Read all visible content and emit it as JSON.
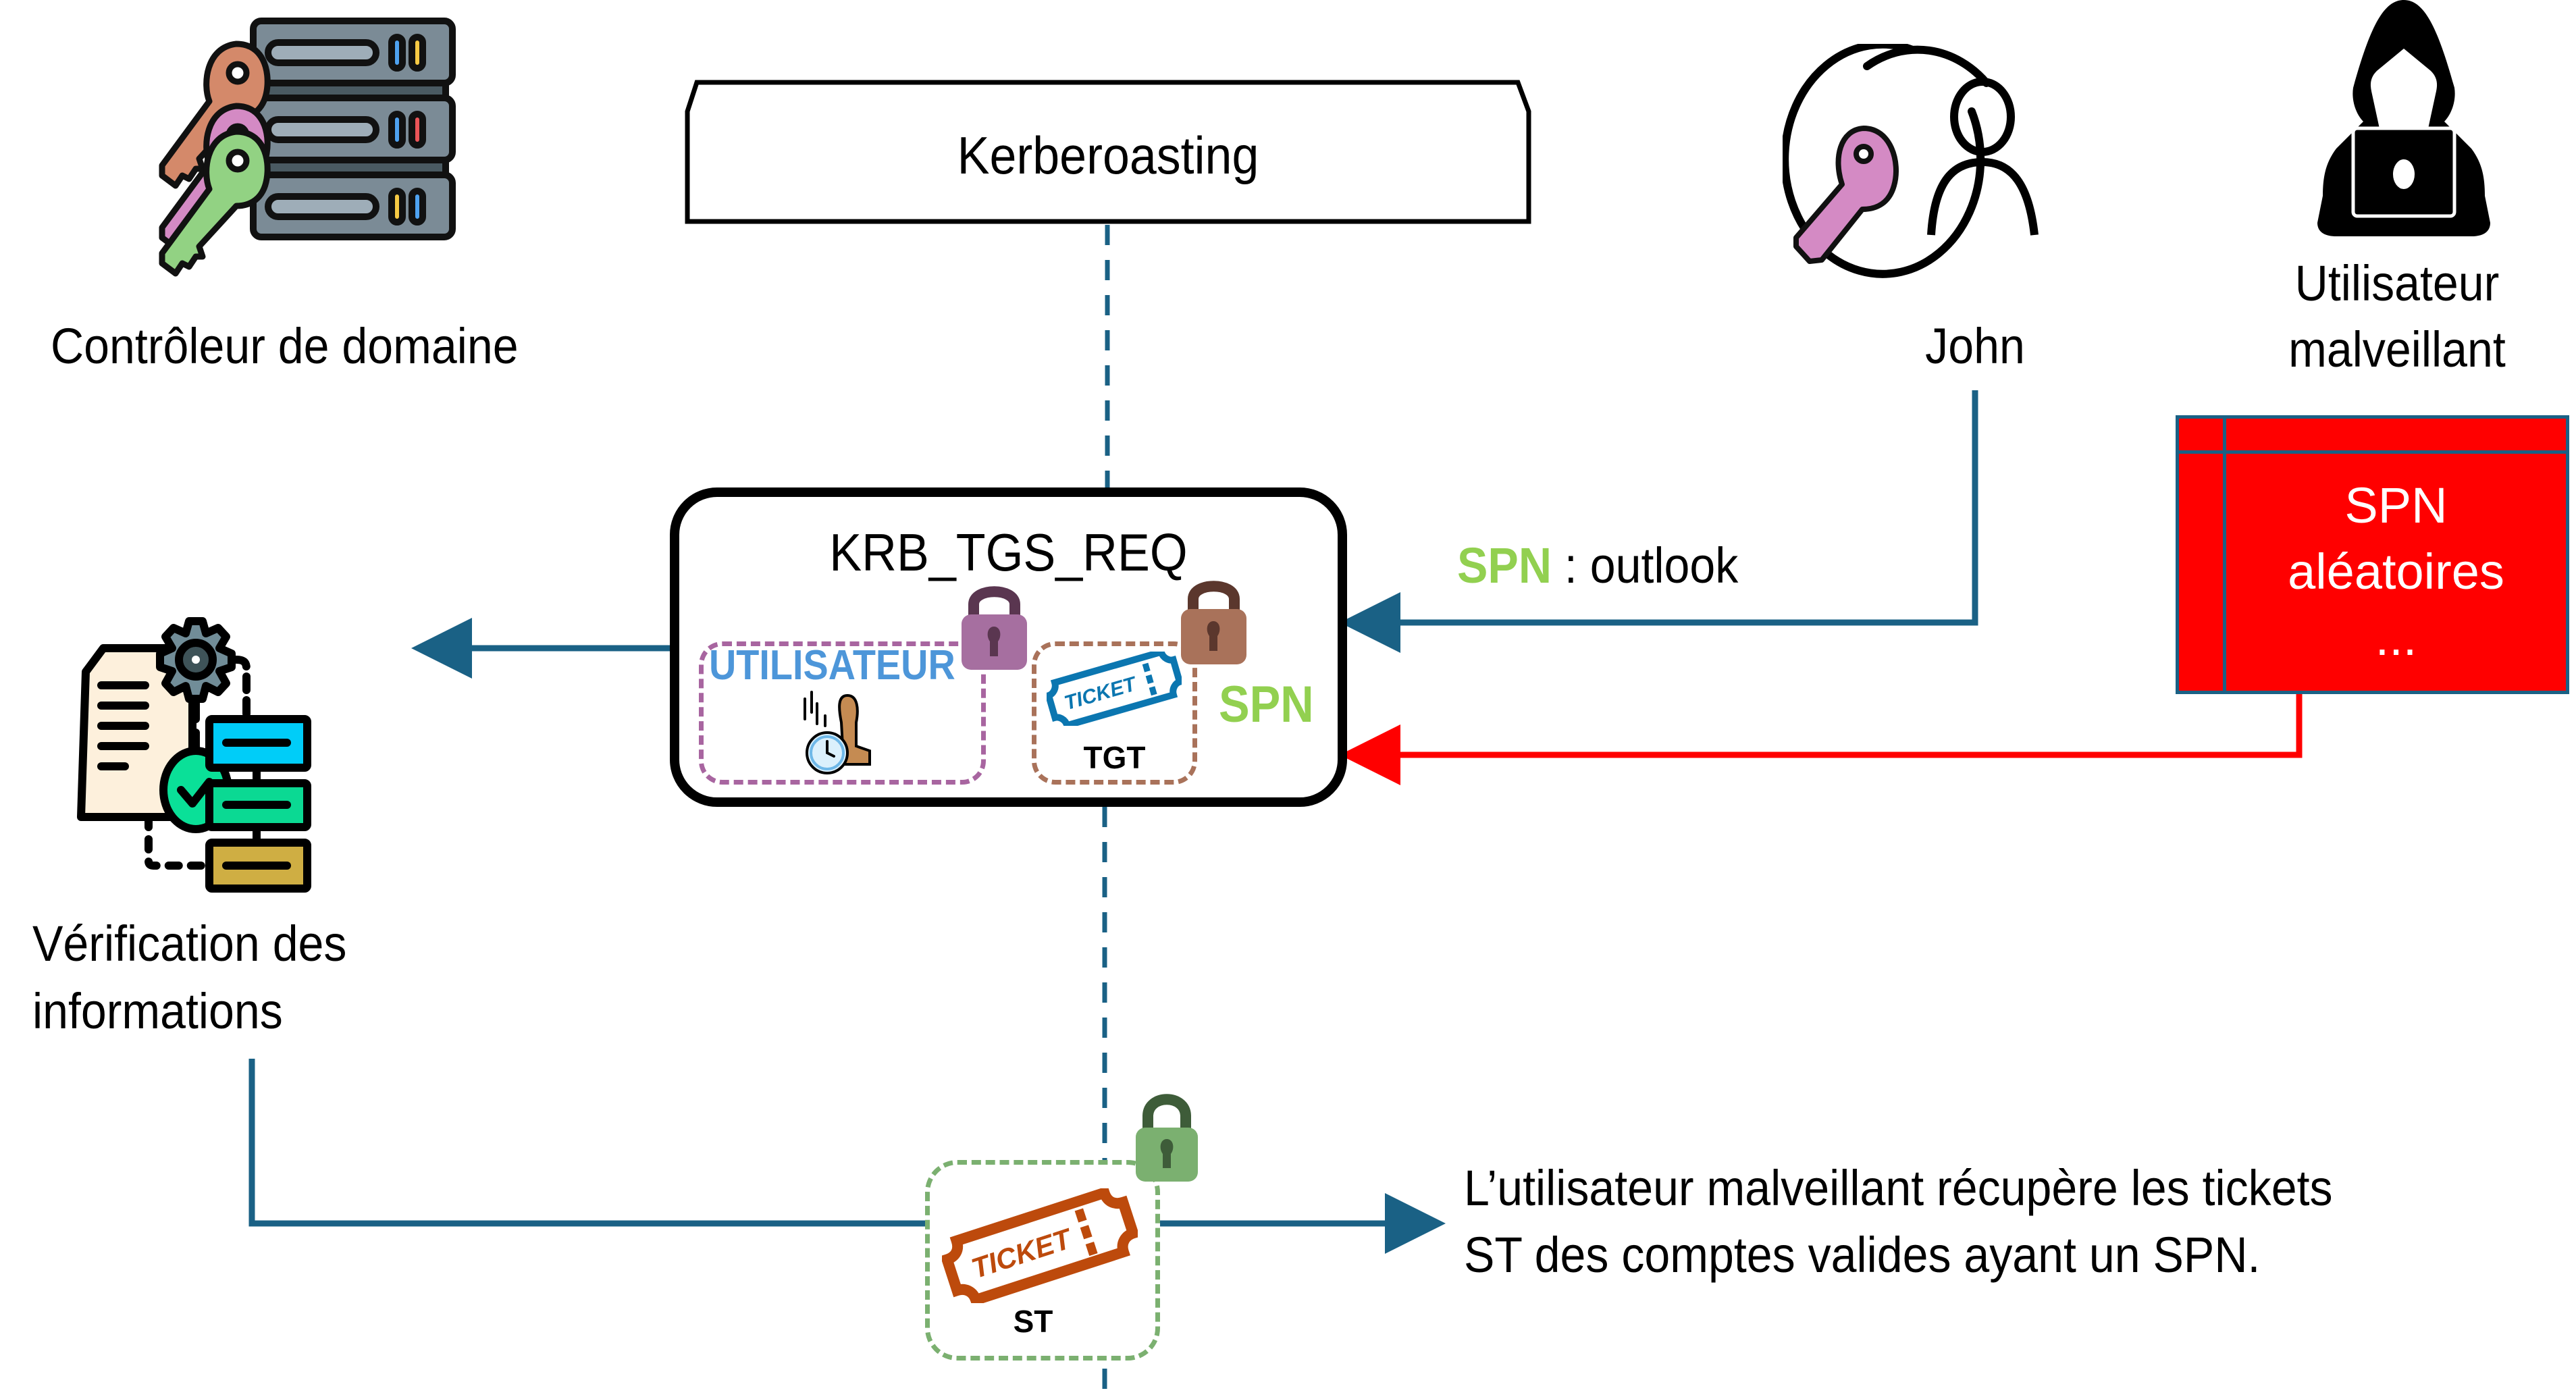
{
  "title": "Kerberoasting",
  "actors": {
    "domain_controller": {
      "label": "Contrôleur de domaine",
      "icon": "server-keys-icon"
    },
    "john": {
      "label": "John",
      "icon": "user-key-icon"
    },
    "attacker": {
      "label_line1": "Utilisateur",
      "label_line2": "malveillant",
      "icon": "hacker-laptop-icon"
    },
    "verification": {
      "label_line1": "Vérification des",
      "label_line2": "informations",
      "icon": "document-gear-check-icon"
    }
  },
  "request": {
    "title": "KRB_TGS_REQ",
    "user_block": {
      "label": "UTILISATEUR",
      "icon": "timestamp-stamp-icon",
      "lock_color": "#a66fa0"
    },
    "tgt_block": {
      "ticket_text": "TICKET",
      "label": "TGT",
      "lock_color": "#a9725a"
    },
    "spn_label": "SPN"
  },
  "john_message": {
    "key": "SPN",
    "separator": " : ",
    "value": "outlook"
  },
  "spn_list": {
    "line1": "SPN",
    "line2": "aléatoires",
    "line3": "..."
  },
  "service_ticket": {
    "ticket_text": "TICKET",
    "label": "ST",
    "lock_color": "#7bb070"
  },
  "conclusion": {
    "line1": "L’utilisateur malveillant récupère les tickets",
    "line2": "ST des comptes valides ayant un SPN."
  },
  "colors": {
    "flow_line": "#1a6185",
    "attack_line": "#ff0000",
    "spn_green": "#92d050",
    "user_blue": "#4d96d9",
    "spn_box_fill": "#ff0000"
  }
}
